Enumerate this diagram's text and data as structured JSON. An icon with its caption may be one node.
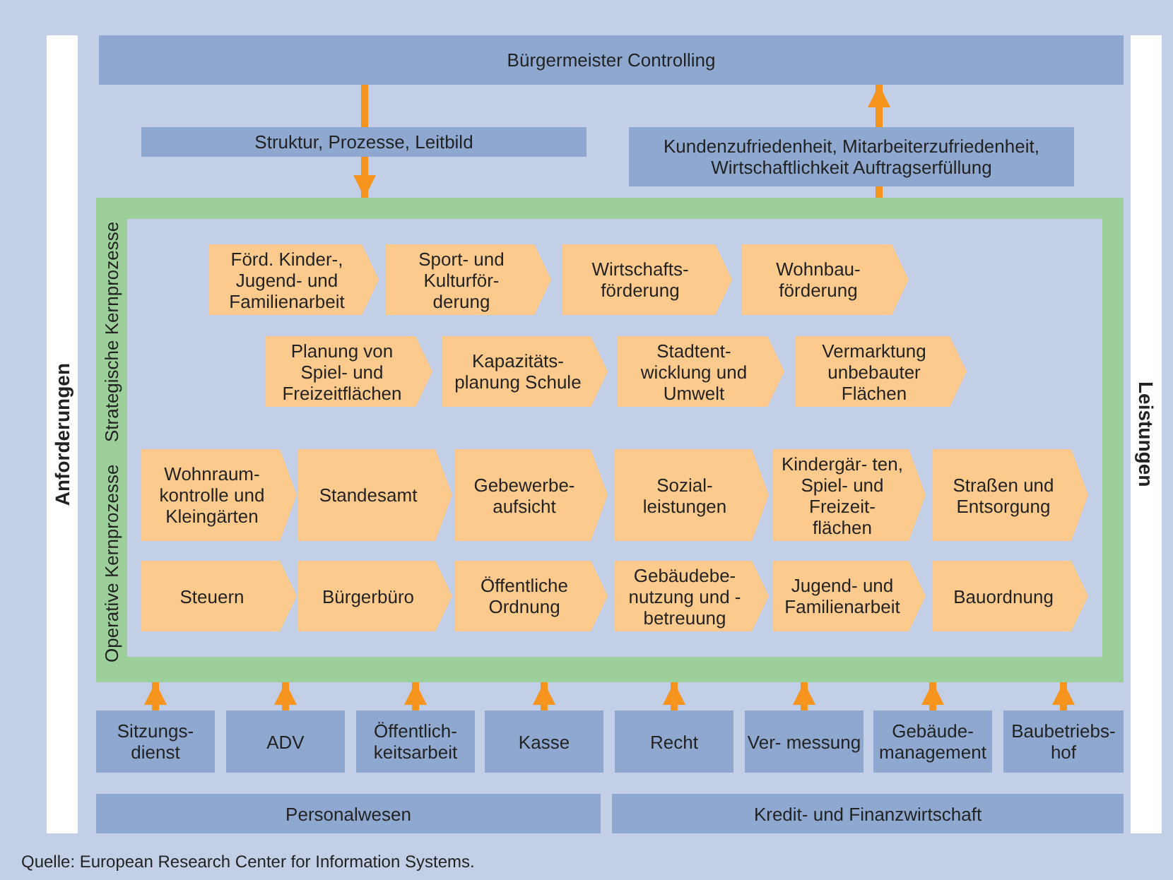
{
  "diagram": {
    "caption": "Quelle: European Research Center for Information Systems.",
    "nodes": [
      {
        "text": [
          "Bürgermeister Controlling"
        ]
      },
      {
        "text": [
          "Strategische Kernprozesse",
          "Operative Kernprozesse"
        ]
      },
      {
        "text": [
          "Förd. Kinder-, Jugend- und Familienarbeit"
        ],
        "in": 1
      },
      {
        "text": [
          "Sport- und Kulturför- derung"
        ],
        "in": 1
      },
      {
        "text": [
          "Wirtschafts- förderung"
        ],
        "in": 1
      },
      {
        "text": [
          "Wohnbau- förderung"
        ],
        "in": 1
      },
      {
        "text": [
          "Planung von Spiel- und Freizeitflächen"
        ],
        "in": 1
      },
      {
        "text": [
          "Kapazitäts- planung Schule"
        ],
        "in": 1
      },
      {
        "text": [
          "Stadtent- wicklung und Umwelt"
        ],
        "in": 1
      },
      {
        "text": [
          "Vermarktung unbebauter Flächen"
        ],
        "in": 1
      },
      {
        "text": [
          "Wohnraum- kontrolle und Kleingärten"
        ],
        "in": 1
      },
      {
        "text": [
          "Standesamt"
        ],
        "in": 1
      },
      {
        "text": [
          "Gebewerbe- aufsicht"
        ],
        "in": 1
      },
      {
        "text": [
          "Sozial- leistungen"
        ],
        "in": 1
      },
      {
        "text": [
          "Kindergär- ten, Spiel- und Freizeit- flächen"
        ],
        "in": 1
      },
      {
        "text": [
          "Straßen und Entsorgung"
        ],
        "in": 1
      },
      {
        "text": [
          "Steuern"
        ],
        "in": 1
      },
      {
        "text": [
          "Bürgerbüro"
        ],
        "in": 1
      },
      {
        "text": [
          "Öffentliche Ordnung"
        ],
        "in": 1
      },
      {
        "text": [
          "Gebäudebe- nutzung und -betreuung"
        ],
        "in": 1
      },
      {
        "text": [
          "Jugend- und Familienarbeit"
        ],
        "in": 1
      },
      {
        "text": [
          "Bauordnung"
        ],
        "in": 1
      },
      {
        "text": [
          "Sitzungs- dienst"
        ]
      },
      {
        "text": [
          "ADV"
        ]
      },
      {
        "text": [
          "Öffentlich- keitsarbeit"
        ]
      },
      {
        "text": [
          "Kasse"
        ]
      },
      {
        "text": [
          "Recht"
        ]
      },
      {
        "text": [
          "Ver- messung"
        ]
      },
      {
        "text": [
          "Gebäude- management"
        ]
      },
      {
        "text": [
          "Baubetriebs- hof"
        ]
      },
      {
        "text": [
          "Personalwesen"
        ]
      },
      {
        "text": [
          "Kredit- und Finanzwirtschaft"
        ]
      }
    ],
    "edges": [
      {
        "from": 0,
        "to": 1,
        "arrow": "to",
        "label": "Struktur, Prozesse, Leitbild"
      },
      {
        "from": 1,
        "to": 0,
        "arrow": "to",
        "label": "Kundenzufriedenheit, Mitarbeiterzufriedenheit, Wirtschaftlichkeit Auftragserfüllung"
      },
      {
        "from": 22,
        "to": 1,
        "arrow": "to"
      },
      {
        "from": 23,
        "to": 1,
        "arrow": "to"
      },
      {
        "from": 24,
        "to": 1,
        "arrow": "to"
      },
      {
        "from": 25,
        "to": 1,
        "arrow": "to"
      },
      {
        "from": 26,
        "to": 1,
        "arrow": "to"
      },
      {
        "from": 27,
        "to": 1,
        "arrow": "to"
      },
      {
        "from": 28,
        "to": 1,
        "arrow": "to"
      },
      {
        "from": 29,
        "to": 1,
        "arrow": "to"
      }
    ],
    "labels": [
      "Anforderungen",
      "Leistungen"
    ]
  }
}
